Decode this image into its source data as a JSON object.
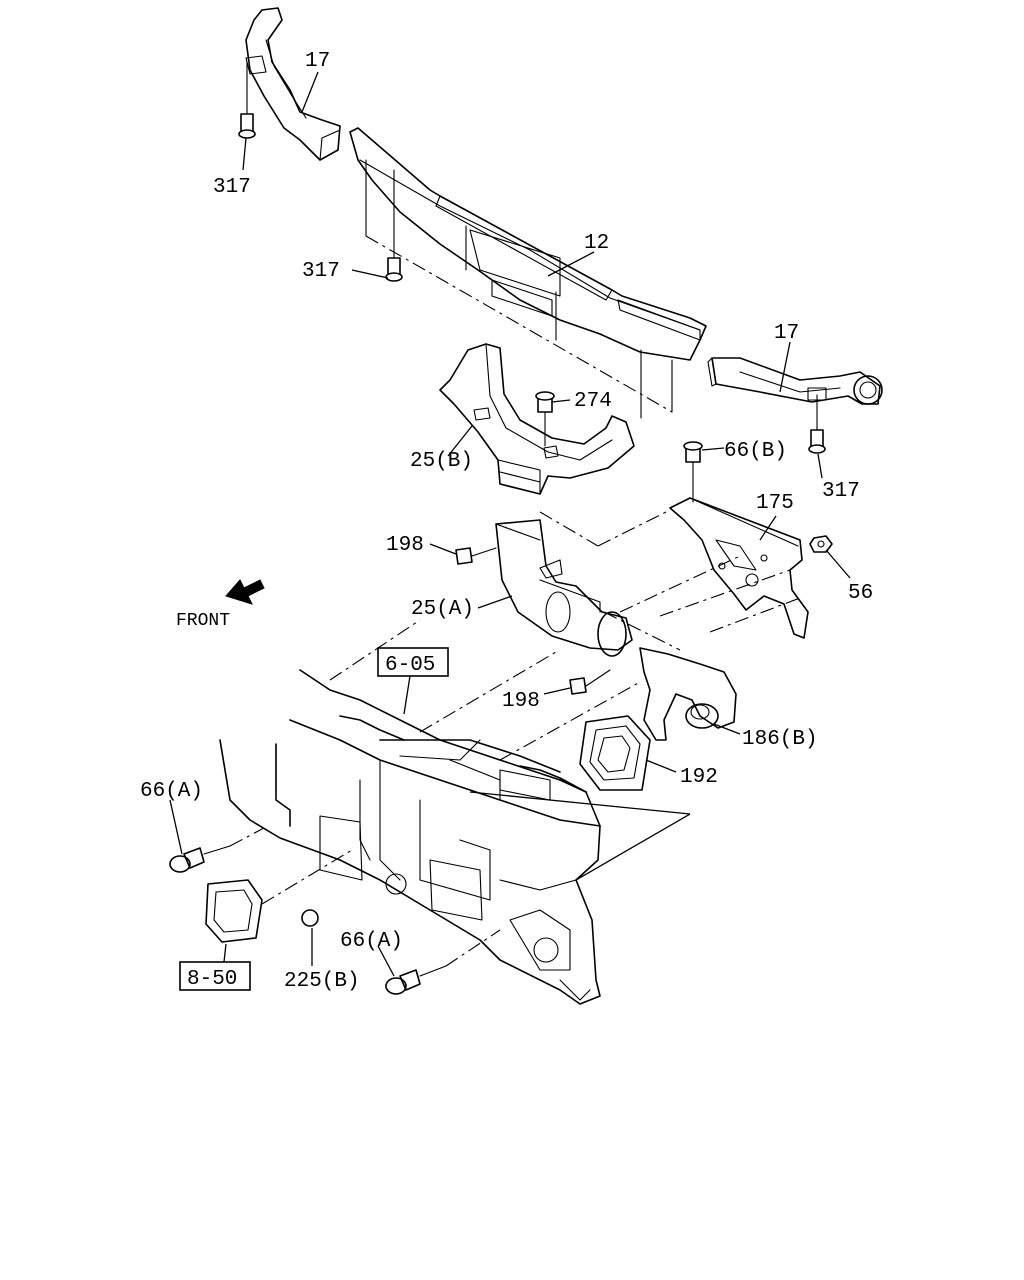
{
  "labels": {
    "l17a": "17",
    "l317a": "317",
    "l12": "12",
    "l317b": "317",
    "l17b": "17",
    "l274": "274",
    "l25b": "25(B)",
    "l66b": "66(B)",
    "l317c": "317",
    "l175": "175",
    "l198a": "198",
    "l56": "56",
    "l25a": "25(A)",
    "front": "FRONT",
    "ref605": "6-05",
    "l198b": "198",
    "l186b": "186(B)",
    "l192": "192",
    "l66a1": "66(A)",
    "l66a2": "66(A)",
    "ref850": "8-50",
    "l225b": "225(B)"
  }
}
